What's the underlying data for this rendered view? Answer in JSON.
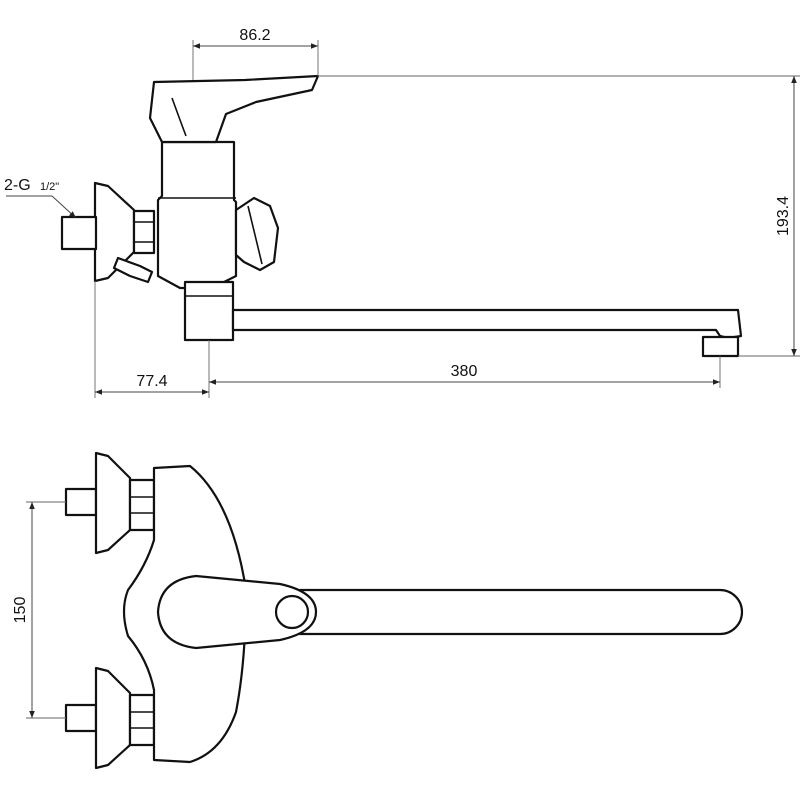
{
  "dimensions": {
    "handle_offset": "86.2",
    "total_height": "193.4",
    "inlet_thread": "2-G",
    "inlet_thread_fraction": "1/2\"",
    "wall_offset": "77.4",
    "spout_reach": "380",
    "inlet_spacing": "150"
  },
  "colors": {
    "line": "#111111",
    "dimension": "#444444",
    "background": "#ffffff"
  }
}
